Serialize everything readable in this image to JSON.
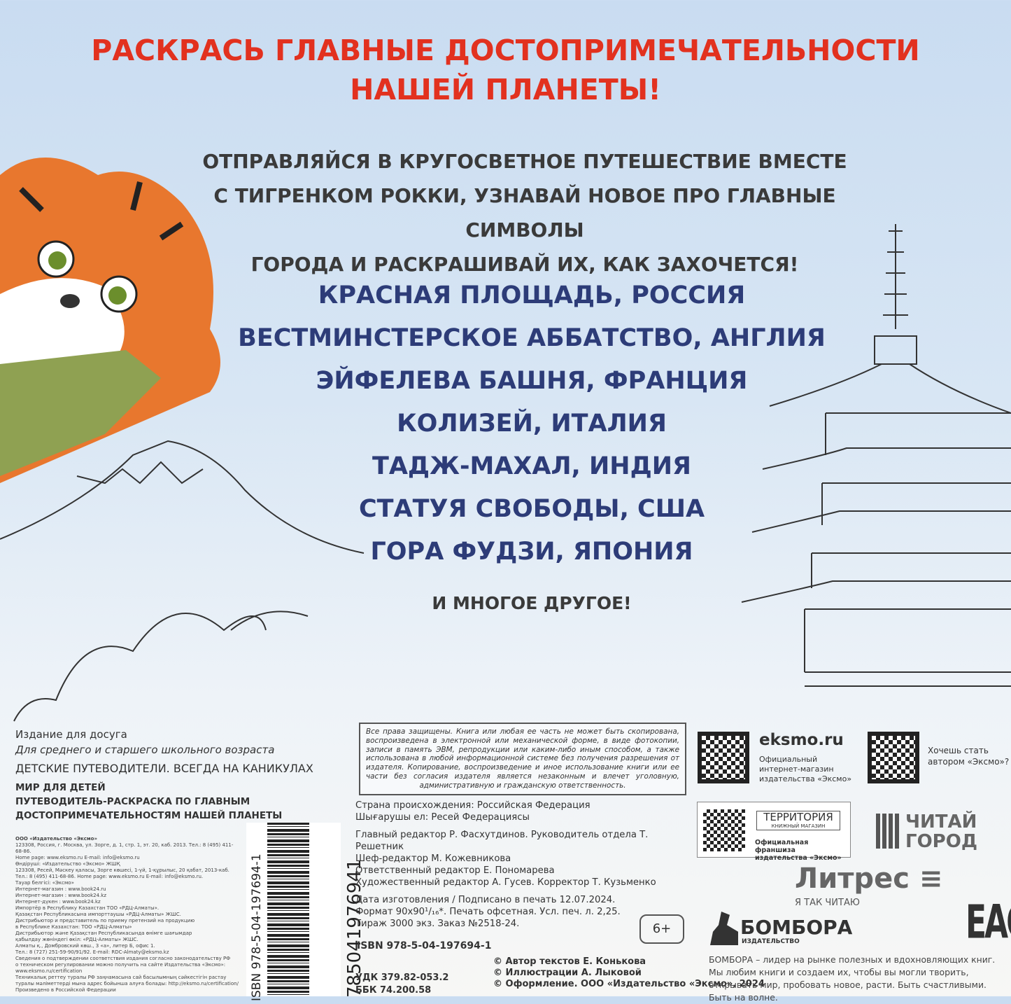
{
  "title": {
    "line1": "РАСКРАСЬ ГЛАВНЫЕ ДОСТОПРИМЕЧАТЕЛЬНОСТИ",
    "line2": "НАШЕЙ ПЛАНЕТЫ!"
  },
  "intro": {
    "line1": "ОТПРАВЛЯЙСЯ В КРУГОСВЕТНОЕ ПУТЕШЕСТВИЕ ВМЕСТЕ",
    "line2": "С ТИГРЕНКОМ РОККИ, УЗНАВАЙ НОВОЕ ПРО ГЛАВНЫЕ СИМВОЛЫ",
    "line3": "ГОРОДА И РАСКРАШИВАЙ ИХ, КАК ЗАХОЧЕТСЯ!"
  },
  "landmarks": [
    "КРАСНАЯ ПЛОЩАДЬ, РОССИЯ",
    "ВЕСТМИНСТЕРСКОЕ АББАТСТВО, АНГЛИЯ",
    "ЭЙФЕЛЕВА БАШНЯ, ФРАНЦИЯ",
    "КОЛИЗЕЙ, ИТАЛИЯ",
    "ТАДЖ-МАХАЛ, ИНДИЯ",
    "СТАТУЯ СВОБОДЫ, США",
    "ГОРА ФУДЗИ, ЯПОНИЯ"
  ],
  "more": "И МНОГОЕ ДРУГОЕ!",
  "colors": {
    "title": "#e2311f",
    "list": "#2d3c78",
    "tiger": "#e8772e"
  },
  "left": {
    "edition": "Издание для досуга",
    "age": "Для среднего и старшего школьного возраста",
    "series": "ДЕТСКИЕ ПУТЕВОДИТЕЛИ. ВСЕГДА НА КАНИКУЛАХ",
    "book_title": [
      "МИР ДЛЯ ДЕТЕЙ",
      "ПУТЕВОДИТЕЛЬ-РАСКРАСКА ПО ГЛАВНЫМ",
      "ДОСТОПРИМЕЧАТЕЛЬНОСТЯМ НАШЕЙ ПЛАНЕТЫ"
    ],
    "fine": [
      "ООО «Издательство «Эксмо»",
      "123308, Россия, г. Москва, ул. Зорге, д. 1, стр. 1, эт. 20, каб. 2013. Тел.: 8 (495) 411-68-86.",
      "Home page: www.eksmo.ru   E-mail: info@eksmo.ru",
      "Өндіруші: «Издательство «Эксмо» ЖШҚ",
      "123308, Ресей, Мәскеу қаласы, Зорге көшесі, 1-үй, 1-құрылыс, 20 қабат, 2013-каб.",
      "Тел.: 8 (495) 411-68-86.   Home page: www.eksmo.ru   E-mail: info@eksmo.ru.",
      "Тауар белгісі: «Эксмо»",
      "Интернет-магазин : www.book24.ru",
      "Интернет-магазин : www.book24.kz",
      "Интернет-дүкен : www.book24.kz",
      "Импортёр в Республику Казахстан ТОО «РДЦ-Алматы».",
      "Қазақстан Республикасына импорттаушы «РДЦ-Алматы» ЖШС.",
      "Дистрибьютор и представитель по приему претензий на продукцию",
      "в Республике Казахстан: ТОО «РДЦ-Алматы»",
      "Дистрибьютор және Қазақстан Республикасында өнімге шағымдар",
      "қабылдау жөніндегі өкіл: «РДЦ-Алматы» ЖШС.",
      "Алматы қ., Домбровский көш., 3 «а», литер Б, офис 1.",
      "Тел.: 8 (727) 251-59-90/91/92. E-mail: RDC-Almaty@eksmo.kz",
      "Сведения о подтверждении соответствия издания согласно законодательству РФ",
      "о техническом регулировании можно получить на сайте Издательства «Эксмо»:",
      "www.eksmo.ru/certification",
      "Техникалық реттеу туралы РФ заңнамасына сай басылымның сәйкестігін растау",
      "туралы мәліметтерді мына адрес бойынша алуға болады: http://eksmo.ru/certification/",
      "Произведено в Российской Федерации"
    ]
  },
  "barcode": {
    "isbn_vertical": "ISBN 978-5-04-197694-1",
    "digits": "785041976941"
  },
  "center": {
    "rights": "Все права защищены. Книга или любая ее часть не может быть скопирована, воспроизведена в электронной или механической форме, в виде фотокопии, записи в память ЭВМ, репродукции или каким-либо иным способом, а также использована в любой информационной системе без получения разрешения от издателя. Копирование, воспроизведение и иное использование книги или ее части без согласия издателя является незаконным и влечет уголовную, административную и гражданскую ответственность.",
    "lines": [
      "Страна происхождения: Российская Федерация",
      "Шығарушы ел: Ресей Федерациясы",
      "",
      "Главный редактор Р. Фасхутдинов. Руководитель отдела Т. Решетник",
      "Шеф-редактор М. Кожевникова",
      "Ответственный редактор Е. Пономарева",
      "Художественный редактор А. Гусев. Корректор Т. Кузьменко",
      "",
      "Дата изготовления / Подписано в печать 12.07.2024.",
      "Формат 90x90¹/₁₆*. Печать офсетная. Усл. печ. л. 2,25.",
      "Тираж 3000 экз. Заказ №2518-24."
    ],
    "age_badge": "6+",
    "isbn": "ISBN 978-5-04-197694-1",
    "udk": "УДК 379.82-053.2",
    "bbk": "ББК 74.200.58",
    "credits": [
      "© Автор текстов Е. Конькова",
      "© Иллюстрации А. Лыковой",
      "© Оформление. ООО «Издательство «Эксмо», 2024"
    ]
  },
  "right": {
    "eksmo_site": "eksmo.ru",
    "eksmo_caption": "Официальный интернет-магазин издательства «Эксмо»",
    "author_cta": "Хочешь стать автором «Эксмо»?",
    "territory_logo": "ТЕРРИТОРИЯ",
    "territory_sub": "КНИЖНЫЙ МАГАЗИН",
    "territory_caption": "Официальная франшиза издательства «Эксмо»",
    "chitai_gorod": "ЧИТАЙ ГОРОД",
    "litres": "Литрес",
    "litres_slogan": "Я ТАК ЧИТАЮ",
    "bombora": "БОМБОРА",
    "bombora_sub": "ИЗДАТЕЛЬСТВО",
    "eac": "EAC",
    "bombora_text": "БОМБОРА – лидер на рынке полезных и вдохновляющих книг. Мы любим книги и создаем их, чтобы вы могли творить, открывать мир, пробовать новое, расти. Быть счастливыми. Быть на волне."
  }
}
